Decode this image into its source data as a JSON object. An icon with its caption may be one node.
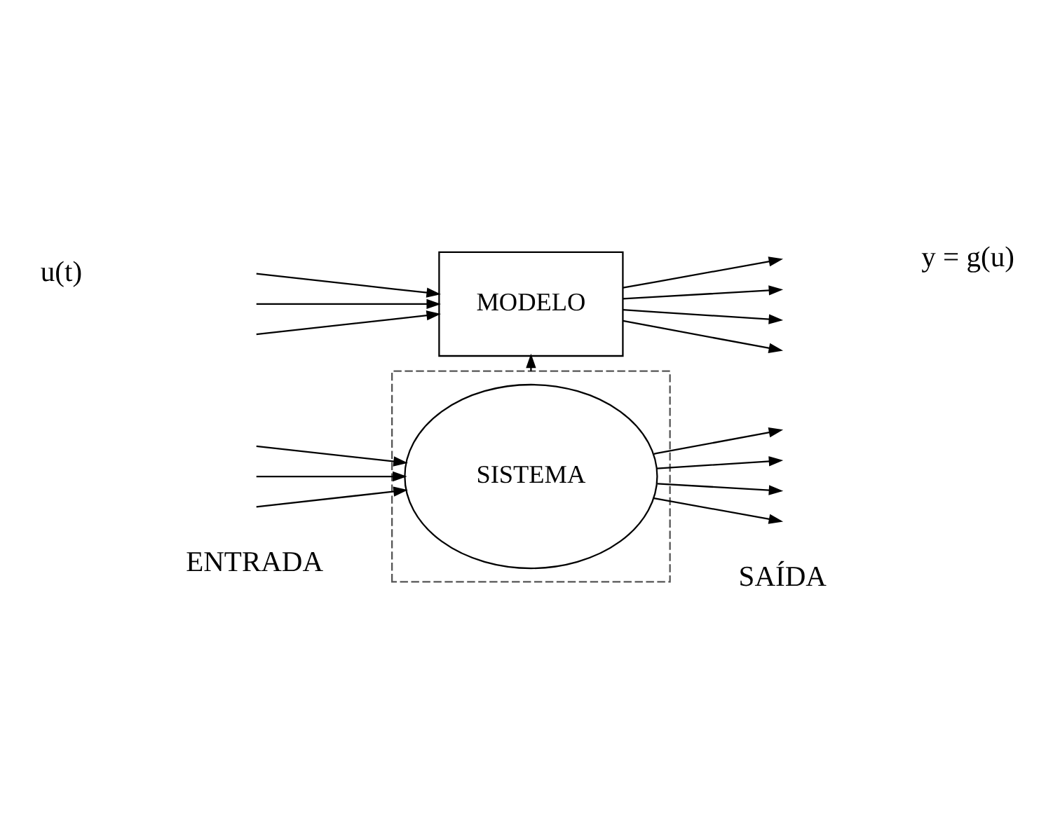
{
  "diagram": {
    "nodes": [
      {
        "text": [],
        "shape": "box"
      },
      {
        "text": [
          "SISTEMA"
        ],
        "in": 0
      },
      {
        "text": [
          "MODELO"
        ]
      }
    ],
    "edges": [
      {
        "from": null,
        "to": 1,
        "arrow": "to"
      },
      {
        "from": null,
        "to": 1,
        "arrow": "to"
      },
      {
        "from": null,
        "to": 1,
        "arrow": "to"
      },
      {
        "from": 1,
        "to": null,
        "arrow": "to"
      },
      {
        "from": 1,
        "to": null,
        "arrow": "to"
      },
      {
        "from": 1,
        "to": null,
        "arrow": "to"
      },
      {
        "from": 1,
        "to": null,
        "arrow": "to"
      },
      {
        "from": 0,
        "to": 2,
        "arrow": "to"
      },
      {
        "from": null,
        "to": 2,
        "arrow": "to"
      },
      {
        "from": null,
        "to": 2,
        "arrow": "to"
      },
      {
        "from": null,
        "to": 2,
        "arrow": "to"
      },
      {
        "from": 2,
        "to": null,
        "arrow": "to"
      },
      {
        "from": 2,
        "to": null,
        "arrow": "to"
      },
      {
        "from": 2,
        "to": null,
        "arrow": "to"
      },
      {
        "from": 2,
        "to": null,
        "arrow": "to"
      }
    ],
    "labels": [
      "ENTRADA",
      "SAÍDA",
      "u(t)",
      "y = g(u)"
    ]
  }
}
